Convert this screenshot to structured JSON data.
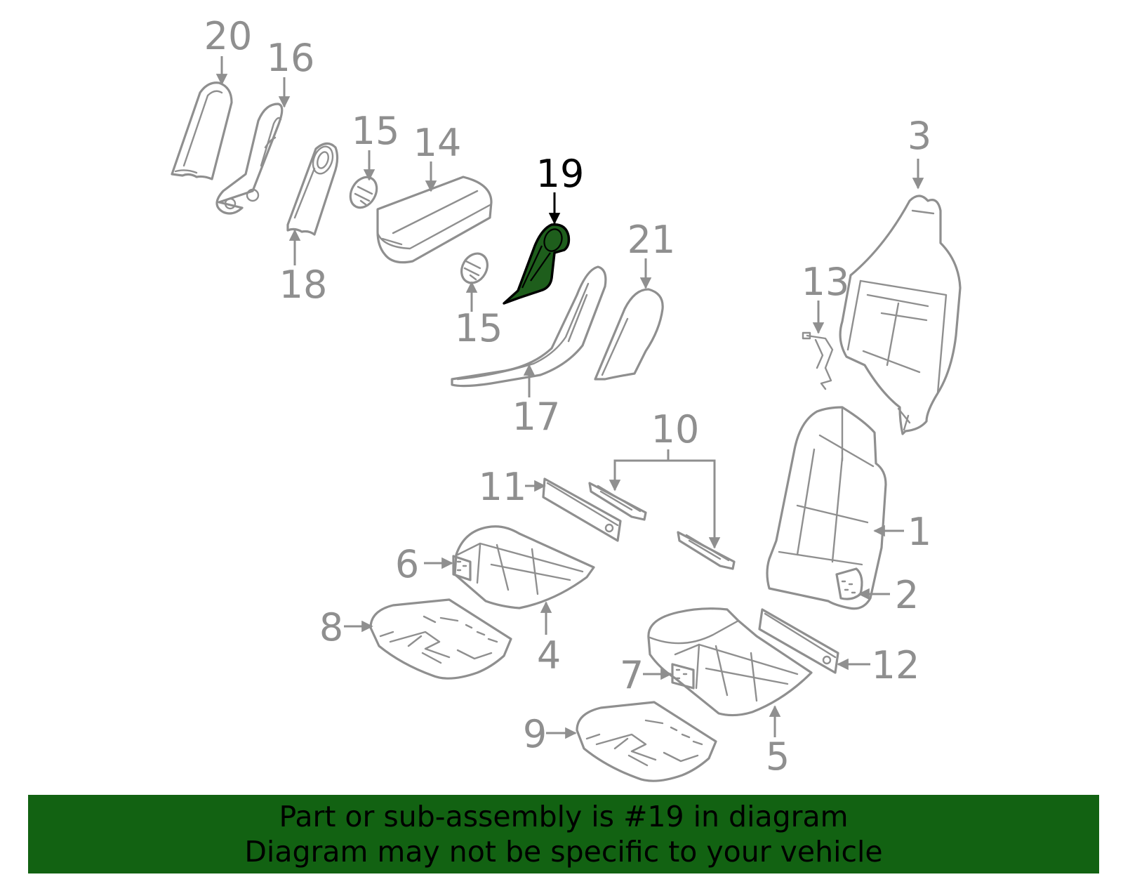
{
  "diagram": {
    "highlight_color": "#1e5e1c",
    "line_color": "#8f8f8f",
    "highlighted_part": "19",
    "callouts": [
      "20",
      "16",
      "15",
      "14",
      "19",
      "3",
      "21",
      "13",
      "18",
      "15",
      "17",
      "10",
      "11",
      "1",
      "6",
      "2",
      "8",
      "4",
      "12",
      "7",
      "5",
      "9"
    ]
  },
  "banner": {
    "background": "#126212",
    "line1": "Part or sub-assembly is #19 in diagram",
    "line2": "Diagram may not be specific to your vehicle"
  }
}
